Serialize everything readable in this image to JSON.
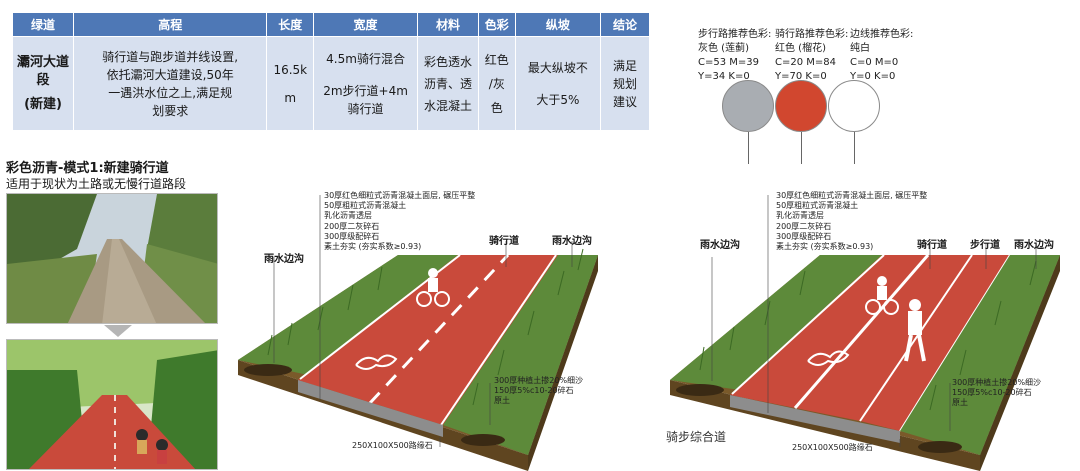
{
  "table": {
    "headers": [
      "绿道",
      "高程",
      "长度",
      "宽度",
      "材料",
      "色彩",
      "纵坡",
      "结论"
    ],
    "row": {
      "name_line1": "灞河大道段",
      "name_line2": "(新建)",
      "elevation": [
        "骑行道与跑步道并线设置,",
        "依托灞河大道建设,50年",
        "一遇洪水位之上,满足规",
        "划要求"
      ],
      "length": [
        "16.5k",
        "m"
      ],
      "width": [
        "4.5m骑行混合",
        "",
        "2m步行道+4m",
        "骑行道"
      ],
      "material": [
        "彩色透水",
        "沥青、透",
        "水混凝土"
      ],
      "color": [
        "红色",
        "/灰",
        "色"
      ],
      "slope": [
        "最大纵坡不",
        "",
        "大于5%"
      ],
      "conclusion": [
        "满足",
        "规划",
        "建议"
      ]
    }
  },
  "color_legend": [
    {
      "title": "步行路推荐色彩:",
      "lines": [
        "灰色 (莲蓟)",
        "C=53 M=39",
        "Y=34 K=0"
      ],
      "color": "#a9adb2"
    },
    {
      "title": "骑行路推荐色彩:",
      "lines": [
        "红色 (榴花)",
        "C=20 M=84",
        "Y=70 K=0"
      ],
      "color": "#d1472f"
    },
    {
      "title": "边线推荐色彩:",
      "lines": [
        "纯白",
        "C=0 M=0",
        "Y=0 K=0"
      ],
      "color": "#ffffff"
    }
  ],
  "section": {
    "heading": "彩色沥青-模式1:新建骑行道",
    "subheading": "适用于现状为土路或无慢行道路段"
  },
  "diagram1": {
    "layers": [
      "30厚红色细粒式沥青混凝土面层, 碾压平整",
      "50厚粗粒式沥青混凝土",
      "乳化沥青透层",
      "200厚二灰碎石",
      "300厚级配碎石",
      "素土夯实 (夯实系数≥0.93)"
    ],
    "label_ditch_left": "雨水边沟",
    "label_bike": "骑行道",
    "label_ditch_right": "雨水边沟",
    "planting_notes": [
      "300厚种植土掺20%细沙",
      "150厚5%c10-20碎石",
      "原土"
    ],
    "curb": "250X100X500路缘石"
  },
  "diagram2": {
    "layers": [
      "30厚红色细粒式沥青混凝土面层, 碾压平整",
      "50厚粗粒式沥青混凝土",
      "乳化沥青透层",
      "200厚二灰碎石",
      "300厚级配碎石",
      "素土夯实 (夯实系数≥0.93)"
    ],
    "label_ditch_left": "雨水边沟",
    "label_bike": "骑行道",
    "label_walk": "步行道",
    "label_ditch_right": "雨水边沟",
    "planting_notes": [
      "300厚种植土掺20%细沙",
      "150厚5%c10-20碎石",
      "原土"
    ],
    "curb": "250X100X500路缘石",
    "caption": "骑步综合道"
  },
  "colors": {
    "table_header": "#4e78b6",
    "table_cell": "#d7e0ef",
    "track_red": "#c94a3b",
    "grass": "#5d8a3a",
    "soil": "#8a6a3a"
  }
}
